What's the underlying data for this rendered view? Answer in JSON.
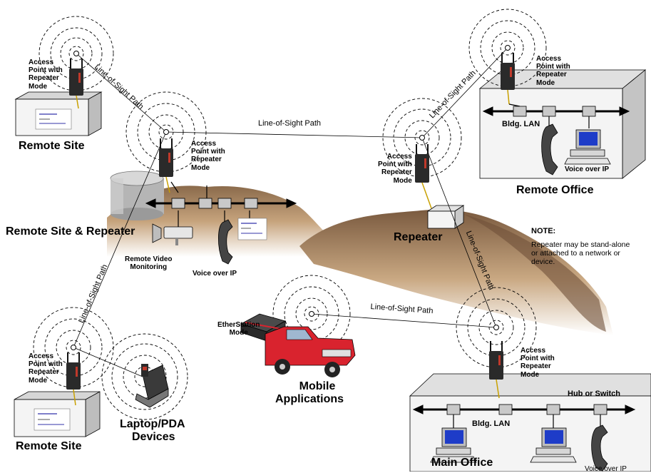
{
  "labels": {
    "ap_repeater": [
      "Access",
      "Point with",
      "Repeater",
      "Mode"
    ],
    "remote_site_top": "Remote Site",
    "remote_site_bottom": "Remote Site",
    "remote_site_repeater": "Remote Site & Repeater",
    "remote_office": "Remote Office",
    "main_office": "Main Office",
    "repeater": "Repeater",
    "mobile_applications": [
      "Mobile",
      "Applications"
    ],
    "laptop_pda": [
      "Laptop/PDA",
      "Devices"
    ],
    "etherstation_mode": [
      "EtherStation",
      "Mode"
    ],
    "remote_video_monitoring": [
      "Remote Video",
      "Monitoring"
    ],
    "voice_over_ip": "Voice over IP",
    "bldg_lan": "Bldg. LAN",
    "hub_or_switch": "Hub or Switch",
    "line_of_sight_path": "Line-of-Sight Path",
    "note_title": "NOTE:",
    "note_text": "Repeater may be stand-alone or attached to a network or device."
  },
  "colors": {
    "hill": "#b89168",
    "hill_shadow": "#8a6a4b",
    "enclosure": "#2a2a2a",
    "radio_label": "#c0392b",
    "truck_red": "#d9232e",
    "pc_screen": "#1e3cc8",
    "box_face": "#f4f4f4",
    "box_side": "#d6d6d6"
  }
}
